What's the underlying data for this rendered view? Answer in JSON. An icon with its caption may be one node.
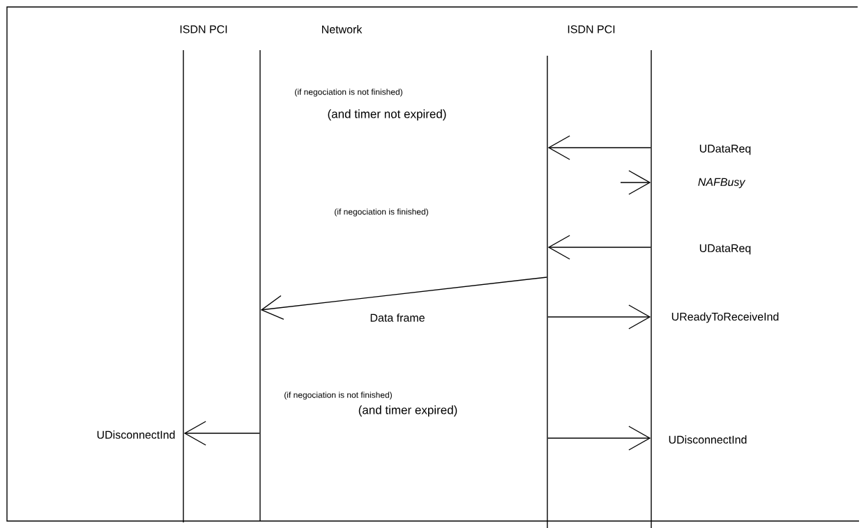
{
  "diagram": {
    "nodes": [
      {
        "text": [],
        "shape": "bar"
      },
      {
        "text": [],
        "shape": "bar"
      },
      {
        "text": [],
        "shape": "bar"
      },
      {
        "text": [],
        "shape": "bar"
      }
    ],
    "edges": [
      {
        "from": 3,
        "to": 2,
        "arrow": "to",
        "label": "UDataReq"
      },
      {
        "from": null,
        "to": 3,
        "arrow": "to",
        "label": "*NAFBusy*"
      },
      {
        "from": 3,
        "to": 2,
        "arrow": "to",
        "label": "UDataReq"
      },
      {
        "from": 2,
        "to": 1,
        "arrow": "to",
        "label": "Data frame"
      },
      {
        "from": 2,
        "to": 3,
        "arrow": "to",
        "label": "UReadyToReceiveInd"
      },
      {
        "from": 1,
        "to": 0,
        "arrow": "to",
        "label": "UDisconnectInd"
      },
      {
        "from": 2,
        "to": 3,
        "arrow": "to",
        "label": "UDisconnectInd"
      }
    ],
    "labels": [
      "ISDN PCI",
      "Network",
      "ISDN PCI",
      "(if negociation is not finished)",
      "(and timer not expired)",
      "(if negociation is finished)",
      "(if negociation is not finished)",
      "(and timer expired)"
    ]
  }
}
